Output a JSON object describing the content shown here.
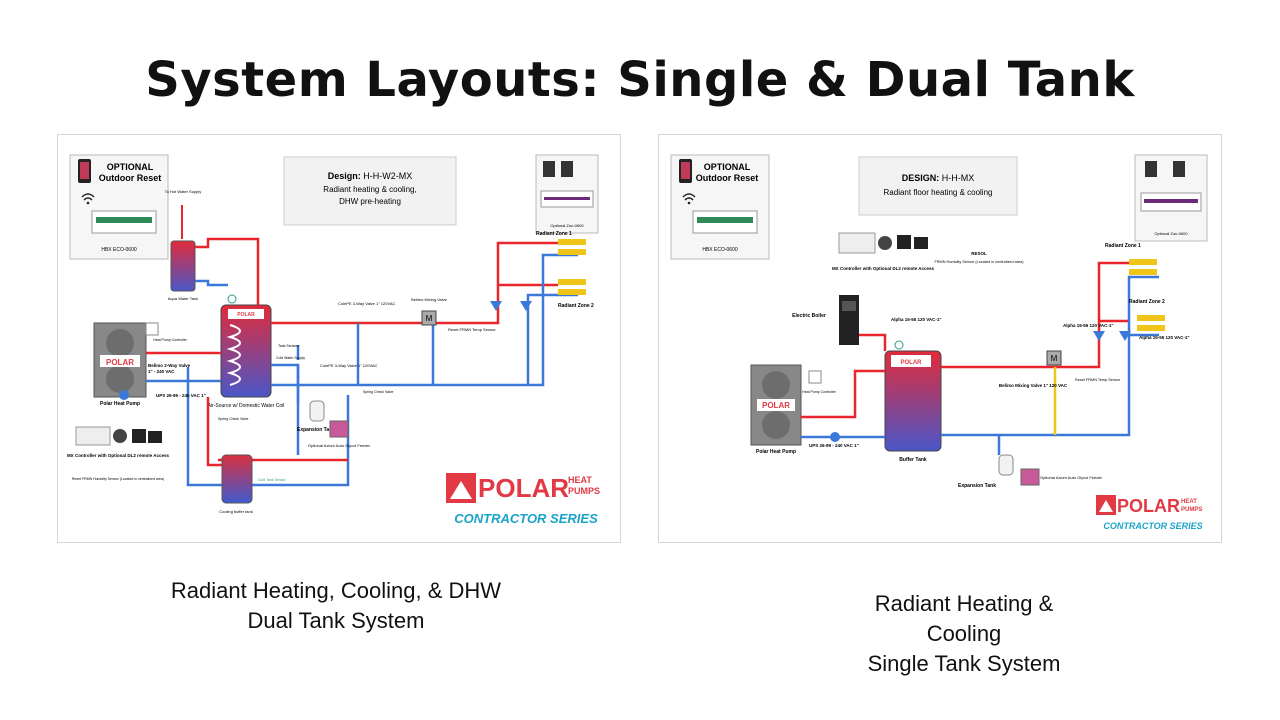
{
  "title": "System Layouts: Single & Dual Tank",
  "colors": {
    "hot_pipe": "#e8262c",
    "cold_pipe": "#3b78d8",
    "yellow_pipe": "#f0c419",
    "brand_red": "#e23a44",
    "brand_teal": "#1aa3c9",
    "tank_top": "#e02b3a",
    "tank_bottom": "#4a57c8"
  },
  "left_diagram": {
    "optional_box": {
      "line1": "OPTIONAL",
      "line2": "Outdoor Reset",
      "device_label": "HBX ECO-0600"
    },
    "design": {
      "label": "Design:",
      "code": "H-H-W2-MX",
      "line2": "Radiant heating & cooling,",
      "line3": "DHW pre-heating"
    },
    "thermostat_box_label": "Optional Zon-0600",
    "labels": {
      "to_hot_water": "To Hot Water Supply",
      "aqua_tank": "Aqua Water Tank",
      "radiant_zone_1": "Radiant Zone 1",
      "radiant_zone_2": "Radiant Zone 2",
      "belimo_mixing": "Belimo Mixing Valve",
      "reset_sensor": "Reset FRMN Temp Sensor",
      "three_way_valve": "ColePE 3-Way Valve 1\" 120VAC",
      "belimo_2way": "Belimo 2-Way Valve",
      "belimo_2way_spec": "1\" - 240 VAC",
      "heat_pump_controller": "Heat Pump Controller",
      "polar_heat_pump": "Polar Heat Pump",
      "ups": "UPS 26-99 - 240 VAC 1\"",
      "tank_sensors": "Tank Sensors",
      "cold_water_supply": "Cold Water Supply",
      "air_source": "Air-Source w/ Domestic Water Coil",
      "spring_check_1": "Spring Check Valve",
      "spring_check_2": "Spring Check Valve",
      "expansion_tank": "Expansion Tank",
      "axiom_feeder": "Optional Axiom Auto Glycol Feeder",
      "mx_controller": "MX Controller with Optional DL2 remote Access",
      "humidity_sensor": "Reset FRMN Humidity Sensor (Located in centralized area)",
      "cold_tank_sensor": "Cold Tank Sensor",
      "cooling_buffer": "Cooling buffer tank",
      "three_way_valve_2": "ColePE 3-Way Valve 1\" 120VAC"
    },
    "logo": {
      "polar": "POLAR",
      "heat": "HEAT",
      "pumps": "PUMPS",
      "series": "CONTRACTOR SERIES"
    }
  },
  "right_diagram": {
    "optional_box": {
      "line1": "OPTIONAL",
      "line2": "Outdoor Reset",
      "device_label": "HBX ECO-0600"
    },
    "design": {
      "label": "DESIGN:",
      "code": "H-H-MX",
      "line2": "Radiant floor heating & cooling"
    },
    "thermostat_box_label": "Optional Zon-0600",
    "labels": {
      "mx_controller": "MX Controller with Optional DL2 remote Access",
      "resol": "RESOL",
      "humidity_sensor": "FRMN Humidity Sensor (Located in centralized area)",
      "radiant_zone_1": "Radiant Zone 1",
      "radiant_zone_2": "Radiant Zone 2",
      "electric_boiler": "Electric Boiler",
      "alpha_1": "Alpha 15-55 120 VAC-1\"",
      "alpha_2": "Alpha 15-55 120 VAC-1\"",
      "alpha_3": "Alpha 15-55 120 VAC-1\"",
      "belimo_mixing": "Belimo Mixing Valve 1\" 120 VAC",
      "reset_sensor": "Reset FRMN Temp Sensor",
      "heat_pump_controller": "Heat Pump Controller",
      "polar_heat_pump": "Polar Heat Pump",
      "ups": "UPS 26-99 - 240 VAC 1\"",
      "buffer_tank": "Buffer Tank",
      "expansion_tank": "Expansion Tank",
      "axiom_feeder": "Optional Axiom Auto Glycol Feeder"
    },
    "logo": {
      "polar": "POLAR",
      "heat": "HEAT",
      "pumps": "PUMPS",
      "series": "CONTRACTOR SERIES"
    }
  },
  "captions": {
    "left": [
      "Radiant Heating, Cooling, & DHW",
      "Dual Tank System"
    ],
    "right": [
      "Radiant Heating &",
      "Cooling",
      "Single Tank System"
    ]
  }
}
